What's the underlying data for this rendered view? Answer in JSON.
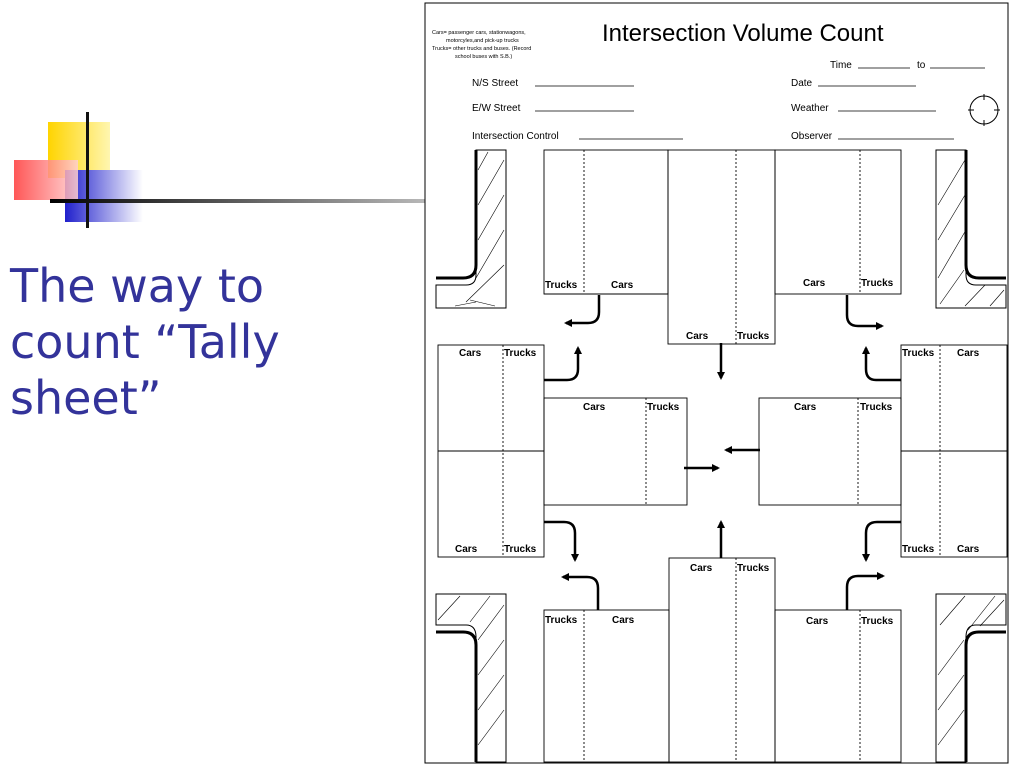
{
  "slide": {
    "title": "The way to count “Tally sheet”",
    "accent_colors": {
      "title": "#33339a",
      "yellow": "#ffd700",
      "red": "#ff3b3b",
      "blue": "#2a2ad0"
    }
  },
  "form": {
    "title": "Intersection Volume Count",
    "legend_lines": [
      "Cars= passenger cars, stationwagons,",
      "motorcyles,and pick-up trucks",
      "Trucks= other trucks and buses. (Record",
      "school buses with S.B.)"
    ],
    "fields": {
      "ns_street": "N/S Street",
      "ew_street": "E/W Street",
      "control": "Intersection Control",
      "time": "Time",
      "to": "to",
      "date": "Date",
      "weather": "Weather",
      "observer": "Observer"
    },
    "cell_labels": {
      "cars": "Cars",
      "trucks": "Trucks"
    },
    "icons": [
      "compass-icon",
      "turn-arrow-icon",
      "straight-arrow-icon"
    ]
  }
}
